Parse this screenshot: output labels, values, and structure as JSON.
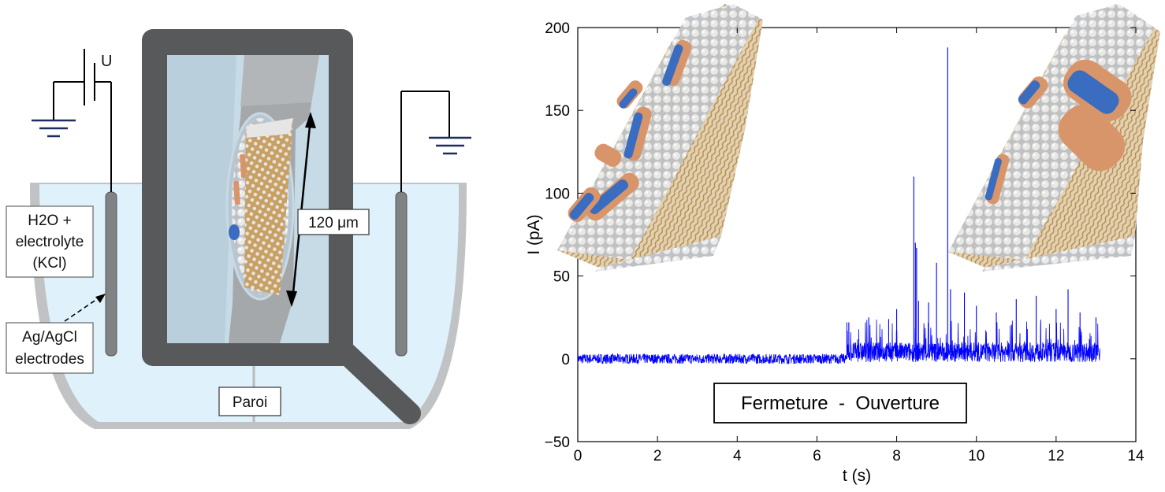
{
  "diagram": {
    "voltage_label": "U",
    "scale_label": "120 μm",
    "solution_label_lines": [
      "H2O +",
      "electrolyte",
      "(KCl)"
    ],
    "electrodes_label_lines": [
      "Ag/AgCl",
      "electrodes"
    ],
    "wall_label": "Paroi",
    "colors": {
      "bath": "#dff1fa",
      "bath_wall": "#c0c2c4",
      "frame": "#58595b",
      "electrode": "#808284",
      "lipid_head": "#d9dadc",
      "lipid_tail": "#c8a062",
      "channel_blue": "#3a6cc0",
      "channel_copper": "#d9956a"
    }
  },
  "chart_data": {
    "type": "line",
    "title": "",
    "xlabel": "t (s)",
    "ylabel": "I (pA)",
    "xlim": [
      0,
      14
    ],
    "ylim": [
      -50,
      200
    ],
    "xticks": [
      0,
      2,
      4,
      6,
      8,
      10,
      12,
      14
    ],
    "yticks": [
      -50,
      0,
      50,
      100,
      150,
      200
    ],
    "grid": false,
    "annotation": "Fermeture  -  Ouverture",
    "series": [
      {
        "name": "",
        "color": "#0000ff",
        "closed_state": {
          "t_start": 0,
          "t_end": 6.75,
          "baseline": 0,
          "noise": 3
        },
        "open_state": {
          "t_start": 6.75,
          "t_end": 13.1,
          "baseline": 4,
          "noise": 6
        },
        "spikes": [
          {
            "t": 6.8,
            "i": 22
          },
          {
            "t": 7.3,
            "i": 25
          },
          {
            "t": 7.8,
            "i": 24
          },
          {
            "t": 8.0,
            "i": 30
          },
          {
            "t": 8.43,
            "i": 110
          },
          {
            "t": 8.47,
            "i": 70
          },
          {
            "t": 8.5,
            "i": 67
          },
          {
            "t": 8.55,
            "i": 35
          },
          {
            "t": 8.8,
            "i": 34
          },
          {
            "t": 9.0,
            "i": 58
          },
          {
            "t": 9.28,
            "i": 188
          },
          {
            "t": 9.35,
            "i": 42
          },
          {
            "t": 9.7,
            "i": 40
          },
          {
            "t": 10.0,
            "i": 32
          },
          {
            "t": 10.5,
            "i": 28
          },
          {
            "t": 11.0,
            "i": 36
          },
          {
            "t": 11.5,
            "i": 38
          },
          {
            "t": 12.0,
            "i": 30
          },
          {
            "t": 12.3,
            "i": 42
          },
          {
            "t": 12.6,
            "i": 28
          },
          {
            "t": 13.0,
            "i": 25
          }
        ]
      }
    ]
  }
}
